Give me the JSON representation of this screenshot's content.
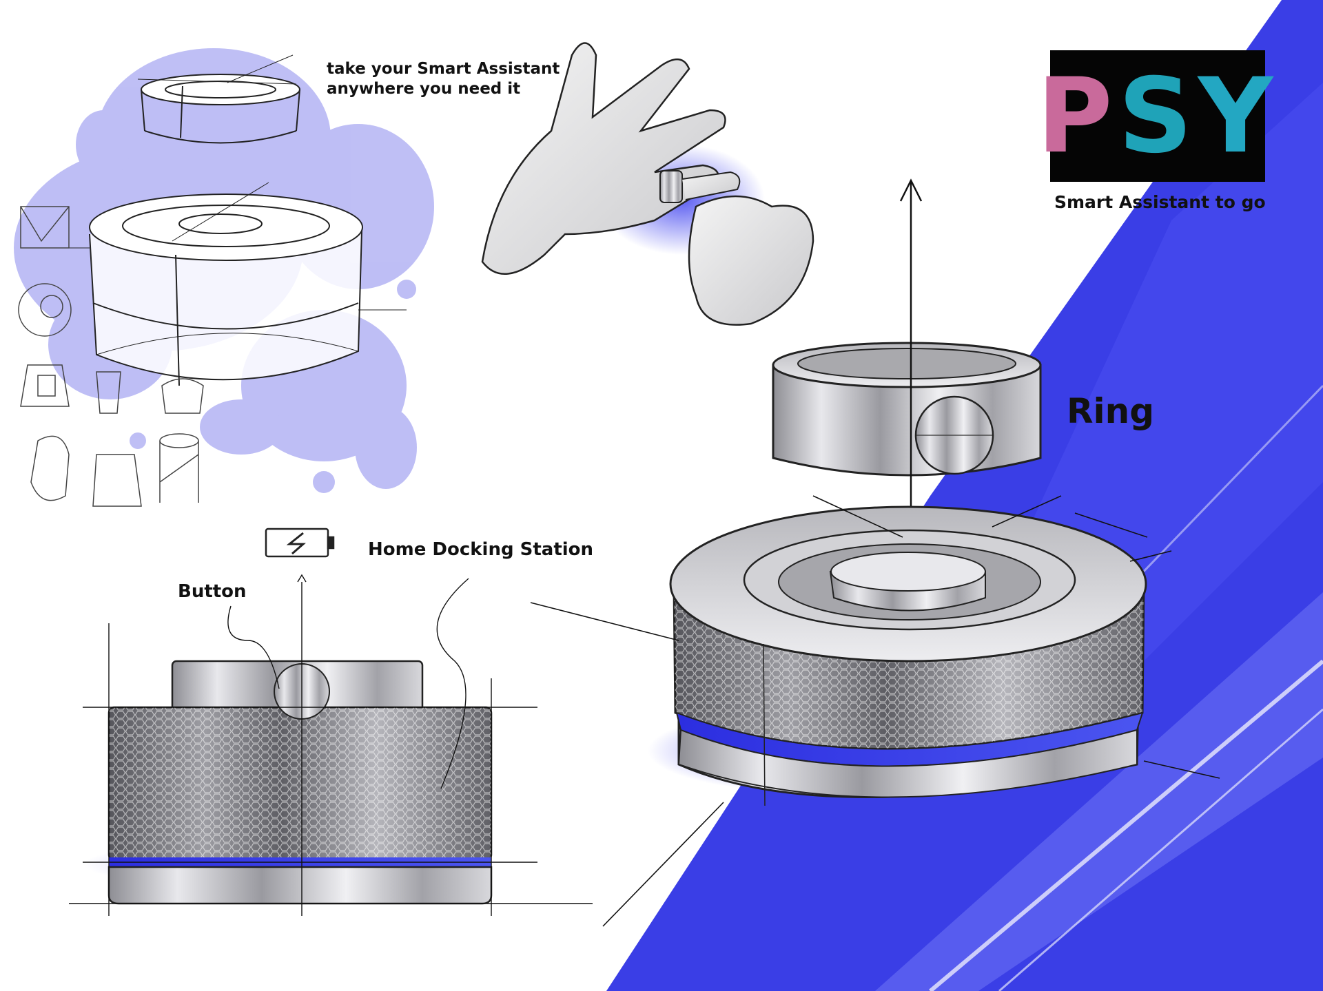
{
  "tagline": {
    "line1": "take your Smart Assistant",
    "line2": "anywhere you need it"
  },
  "labels": {
    "ring": "Ring",
    "home_docking_station": "Home Docking Station",
    "button": "Button"
  },
  "logo": {
    "letters": [
      "P",
      "S",
      "Y"
    ],
    "subtitle": "Smart Assistant to go"
  },
  "icons": [
    "battery-charging-icon",
    "hand-icon",
    "arrow-up-icon"
  ],
  "colors": {
    "accent_blue": "#3a3ee6",
    "splash_lavender": "#a9a9f2",
    "logo_pink": "#c96a9b",
    "logo_teal": "#1fa3b8",
    "logo_blue": "#1f3fb5",
    "logo_orange": "#c9763a",
    "metal_light": "#e6e6ea",
    "metal_dark": "#7a7a80"
  }
}
